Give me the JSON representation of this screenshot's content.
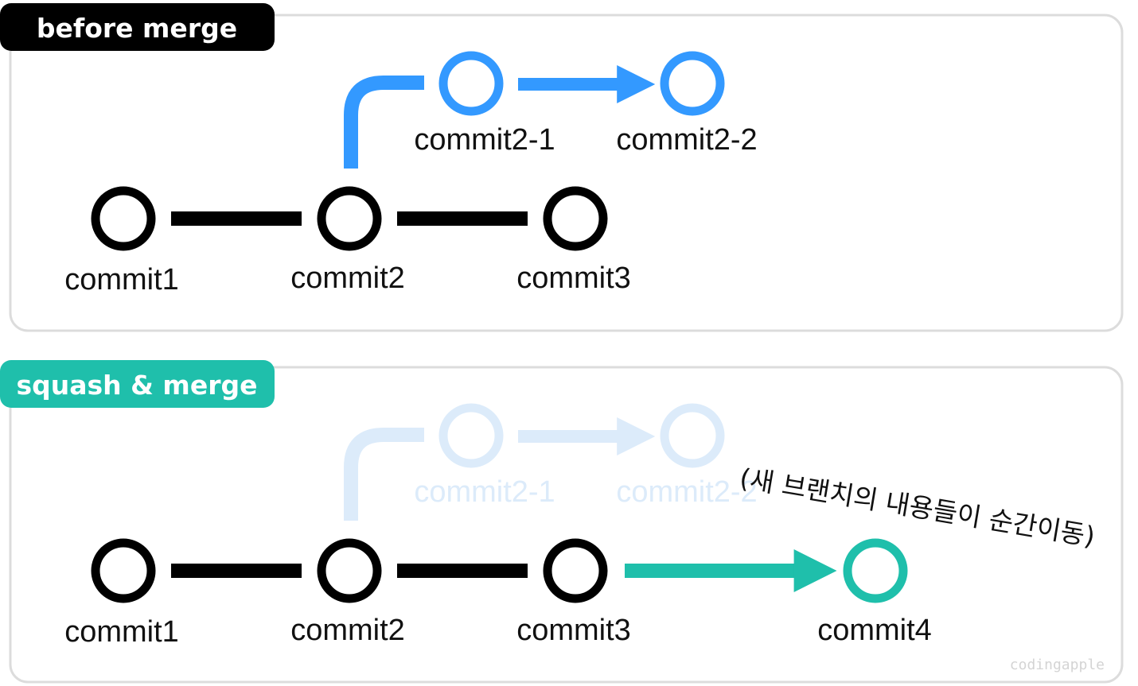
{
  "panels": {
    "before": {
      "title": "before merge",
      "title_bg": "#000000",
      "main_commits": [
        "commit1",
        "commit2",
        "commit3"
      ],
      "branch_commits": [
        "commit2-1",
        "commit2-2"
      ],
      "branch_color": "#3399ff"
    },
    "squash": {
      "title": "squash & merge",
      "title_bg": "#1fbfab",
      "main_commits": [
        "commit1",
        "commit2",
        "commit3"
      ],
      "branch_commits_faded": [
        "commit2-1",
        "commit2-2"
      ],
      "faded_color": "#dcebfa",
      "new_commit": "commit4",
      "new_commit_color": "#1fbfab",
      "note": "(새 브랜치의 내용들이 순간이동)"
    }
  },
  "watermark": "codingapple"
}
